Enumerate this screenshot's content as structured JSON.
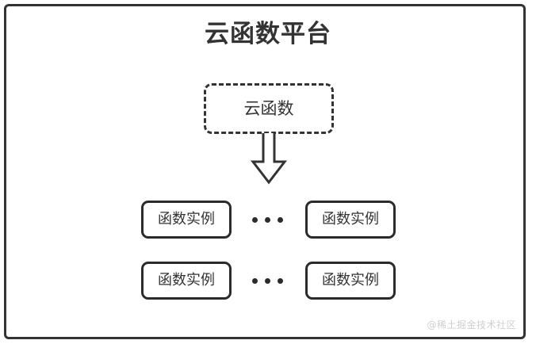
{
  "diagram": {
    "title": "云函数平台",
    "cloud_function": {
      "label": "云函数",
      "border_style": "dashed"
    },
    "arrow": {
      "name": "down-block-arrow",
      "direction": "down"
    },
    "instance_rows": [
      {
        "left_box": "函数实例",
        "ellipsis": "…",
        "right_box": "函数实例"
      },
      {
        "left_box": "函数实例",
        "ellipsis": "…",
        "right_box": "函数实例"
      }
    ],
    "watermark": "@稀土掘金技术社区",
    "colors": {
      "stroke": "#333333",
      "box_stroke": "#2b2b2b",
      "background": "#ffffff",
      "watermark": "#cfcfcf"
    }
  }
}
